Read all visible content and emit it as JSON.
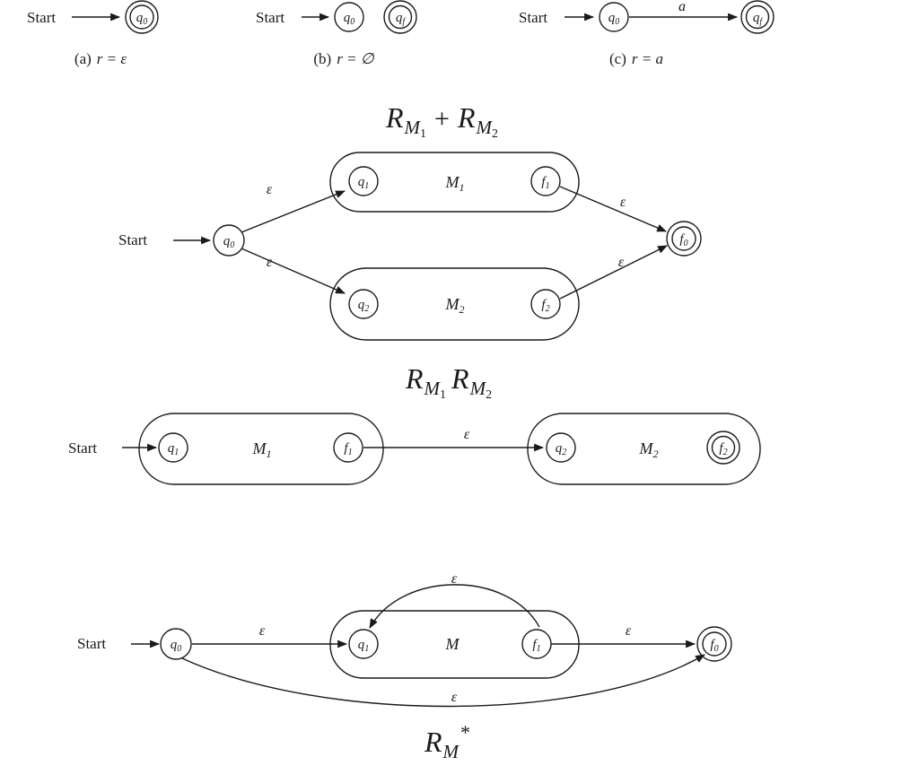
{
  "colors": {
    "ink": "#1a1a1a",
    "paper": "#ffffff"
  },
  "top_row": {
    "a": {
      "start": "Start",
      "node_q0": {
        "base": "q",
        "sub": "0"
      },
      "caption_prefix": "(a)",
      "caption_formula": "r = ε"
    },
    "b": {
      "start": "Start",
      "node_q0": {
        "base": "q",
        "sub": "0"
      },
      "node_qf": {
        "base": "q",
        "sub": "f"
      },
      "caption_prefix": "(b)",
      "caption_formula": "r = ∅"
    },
    "c": {
      "start": "Start",
      "node_q0": {
        "base": "q",
        "sub": "0"
      },
      "node_qf": {
        "base": "q",
        "sub": "f"
      },
      "edge_label": "a",
      "caption_prefix": "(c)",
      "caption_formula": "r = a"
    }
  },
  "union": {
    "title": {
      "r1": "R",
      "sub1": "M",
      "subsub1": "1",
      "op": "+",
      "r2": "R",
      "sub2": "M",
      "subsub2": "2"
    },
    "start": "Start",
    "epsilon": "ε",
    "node_q0": {
      "base": "q",
      "sub": "0"
    },
    "node_f0": {
      "base": "f",
      "sub": "0"
    },
    "box_m1": {
      "label": {
        "base": "M",
        "sub": "1"
      },
      "node_in": {
        "base": "q",
        "sub": "1"
      },
      "node_out": {
        "base": "f",
        "sub": "1"
      }
    },
    "box_m2": {
      "label": {
        "base": "M",
        "sub": "2"
      },
      "node_in": {
        "base": "q",
        "sub": "2"
      },
      "node_out": {
        "base": "f",
        "sub": "2"
      }
    }
  },
  "concat": {
    "title": {
      "r1": "R",
      "sub1": "M",
      "subsub1": "1",
      "r2": "R",
      "sub2": "M",
      "subsub2": "2"
    },
    "start": "Start",
    "epsilon": "ε",
    "box_m1": {
      "label": {
        "base": "M",
        "sub": "1"
      },
      "node_in": {
        "base": "q",
        "sub": "1"
      },
      "node_out": {
        "base": "f",
        "sub": "1"
      }
    },
    "box_m2": {
      "label": {
        "base": "M",
        "sub": "2"
      },
      "node_in": {
        "base": "q",
        "sub": "2"
      },
      "node_out": {
        "base": "f",
        "sub": "2"
      }
    }
  },
  "star": {
    "title": {
      "r": "R",
      "sub": "M",
      "sup": "*"
    },
    "start": "Start",
    "epsilon": "ε",
    "node_q0": {
      "base": "q",
      "sub": "0"
    },
    "node_f0": {
      "base": "f",
      "sub": "0"
    },
    "box_m": {
      "label": {
        "base": "M",
        "sub": ""
      },
      "node_in": {
        "base": "q",
        "sub": "1"
      },
      "node_out": {
        "base": "f",
        "sub": "1"
      }
    }
  }
}
